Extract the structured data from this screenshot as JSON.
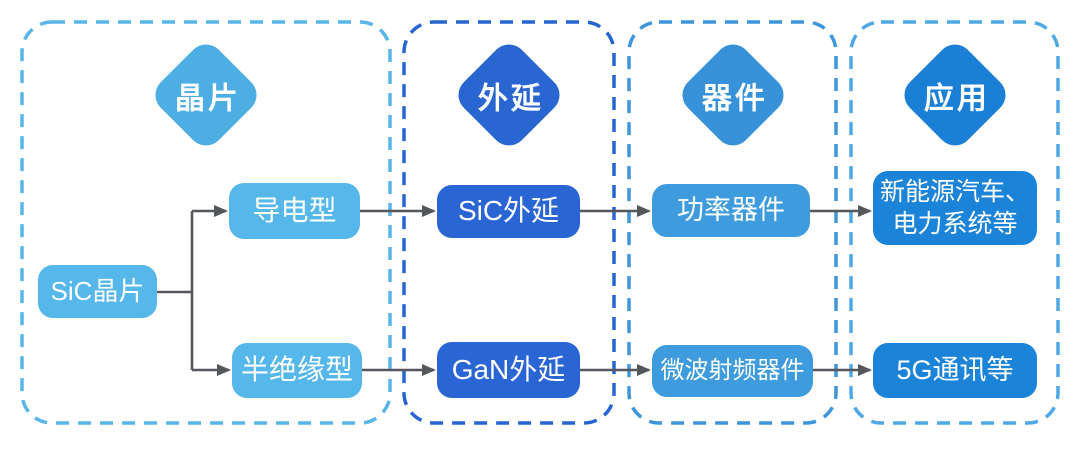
{
  "colors": {
    "background": "#FFFFFF",
    "connector": "#54575B",
    "node_text": "#FFFFFF"
  },
  "columns": [
    {
      "title": "晶片",
      "border_color": "#58B5EA",
      "diamond_color": "#4CAEE3",
      "node_color": "#56B7EA",
      "nodes": [
        {
          "label": "SiC晶片"
        },
        {
          "label": "导电型"
        },
        {
          "label": "半绝缘型"
        }
      ]
    },
    {
      "title": "外延",
      "border_color": "#2765D0",
      "diamond_color": "#2A66D2",
      "node_color": "#2A65D4",
      "nodes": [
        {
          "label": "SiC外延"
        },
        {
          "label": "GaN外延"
        }
      ]
    },
    {
      "title": "器件",
      "border_color": "#3E95DB",
      "diamond_color": "#3892D9",
      "node_color": "#3E9BDE",
      "nodes": [
        {
          "label": "功率器件"
        },
        {
          "label": "微波射频器件"
        }
      ]
    },
    {
      "title": "应用",
      "border_color": "#4FA8E6",
      "diamond_color": "#1B80D5",
      "node_color": "#1C84D8",
      "nodes": [
        {
          "label": "新能源汽车、电力系统等"
        },
        {
          "label": "5G通讯等"
        }
      ]
    }
  ]
}
